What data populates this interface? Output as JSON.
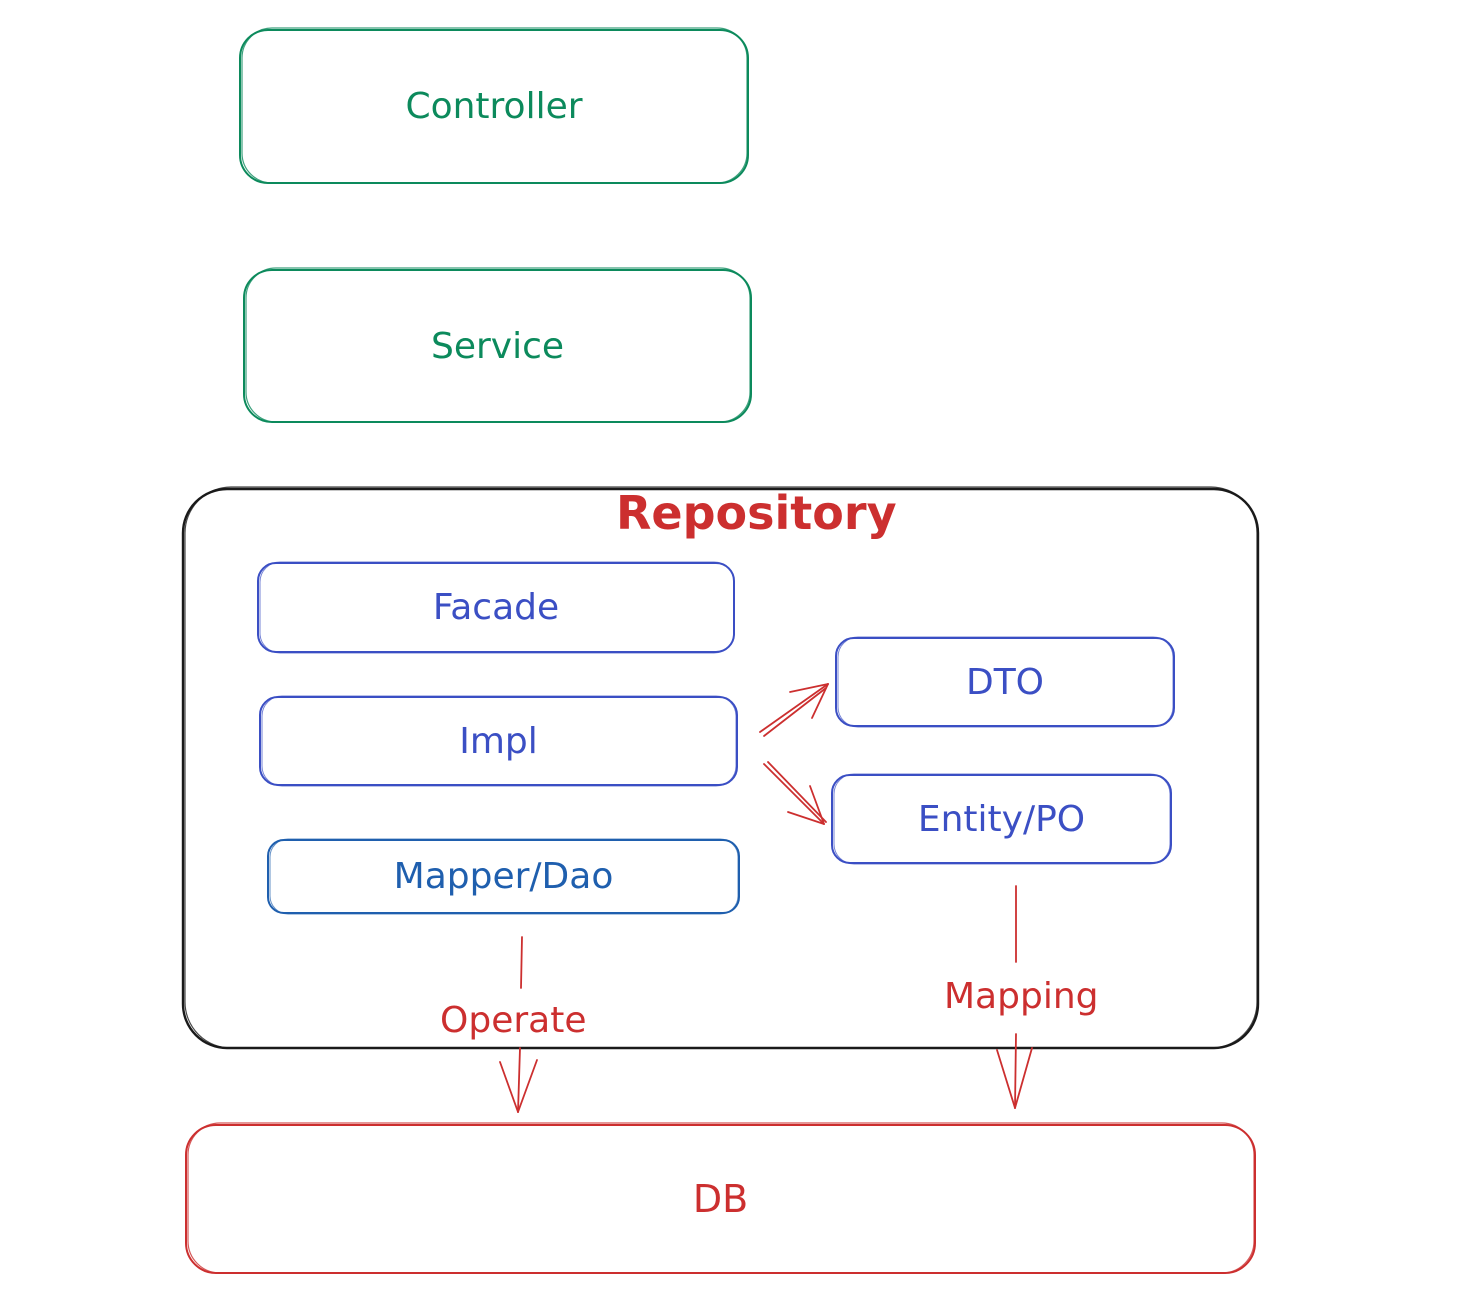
{
  "colors": {
    "green": "#0c8a5c",
    "blue": "#3b4fc4",
    "dark_blue": "#1f5fae",
    "red": "#cc2f2f",
    "black": "#1a1a1a"
  },
  "layers": {
    "controller": "Controller",
    "service": "Service",
    "repository": "Repository",
    "db": "DB"
  },
  "repository_items": {
    "facade": "Facade",
    "impl": "Impl",
    "mapper_dao": "Mapper/Dao",
    "dto": "DTO",
    "entity_po": "Entity/PO"
  },
  "edges": {
    "operate": "Operate",
    "mapping": "Mapping"
  }
}
